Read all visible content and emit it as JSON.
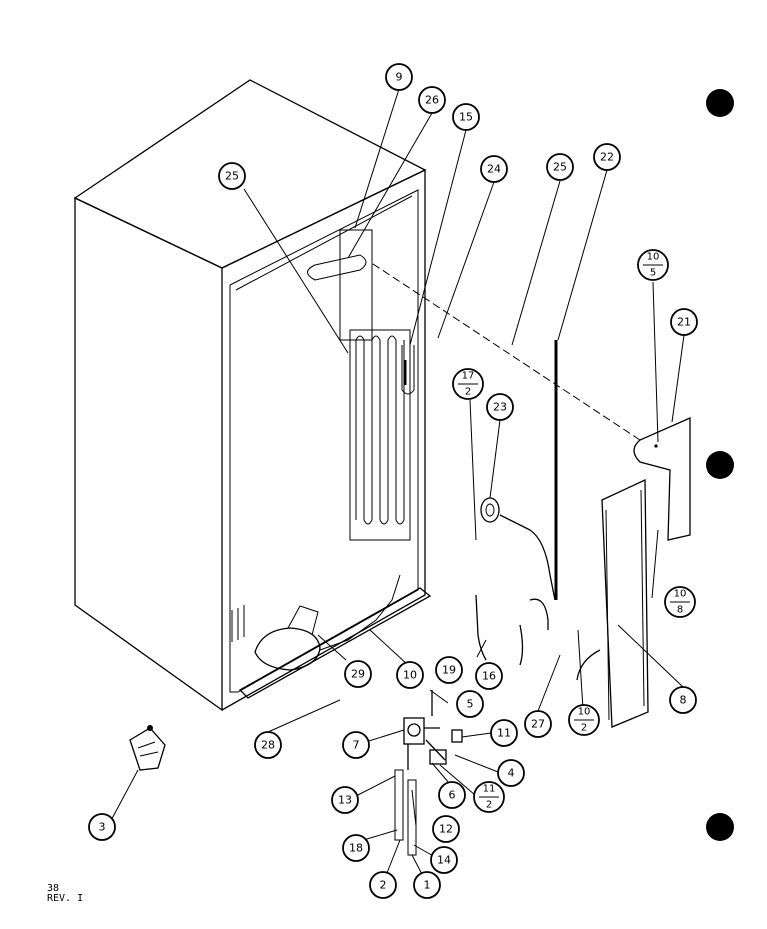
{
  "callouts": [
    {
      "id": "c9",
      "label": "9"
    },
    {
      "id": "c26",
      "label": "26"
    },
    {
      "id": "c15",
      "label": "15"
    },
    {
      "id": "c24",
      "label": "24"
    },
    {
      "id": "c25a",
      "label": "25"
    },
    {
      "id": "c25b",
      "label": "25"
    },
    {
      "id": "c22",
      "label": "22"
    },
    {
      "id": "c21",
      "label": "21"
    },
    {
      "id": "c23",
      "label": "23"
    },
    {
      "id": "c8",
      "label": "8"
    },
    {
      "id": "c29",
      "label": "29"
    },
    {
      "id": "c10",
      "label": "10"
    },
    {
      "id": "c19",
      "label": "19"
    },
    {
      "id": "c16",
      "label": "16"
    },
    {
      "id": "c27",
      "label": "27"
    },
    {
      "id": "c5",
      "label": "5"
    },
    {
      "id": "c28",
      "label": "28"
    },
    {
      "id": "c7",
      "label": "7"
    },
    {
      "id": "c11",
      "label": "11"
    },
    {
      "id": "c4",
      "label": "4"
    },
    {
      "id": "c6",
      "label": "6"
    },
    {
      "id": "c13",
      "label": "13"
    },
    {
      "id": "c12",
      "label": "12"
    },
    {
      "id": "c3",
      "label": "3"
    },
    {
      "id": "c18",
      "label": "18"
    },
    {
      "id": "c14",
      "label": "14"
    },
    {
      "id": "c2",
      "label": "2"
    },
    {
      "id": "c1",
      "label": "1"
    }
  ],
  "fractions": [
    {
      "id": "f10_5",
      "top": "10",
      "bottom": "5"
    },
    {
      "id": "f17_2",
      "top": "17",
      "bottom": "2"
    },
    {
      "id": "f10_8",
      "top": "10",
      "bottom": "8"
    },
    {
      "id": "f10_2",
      "top": "10",
      "bottom": "2"
    },
    {
      "id": "f11_2",
      "top": "11",
      "bottom": "2"
    }
  ],
  "page_ref": {
    "number": "38",
    "revision": "REV. I"
  }
}
